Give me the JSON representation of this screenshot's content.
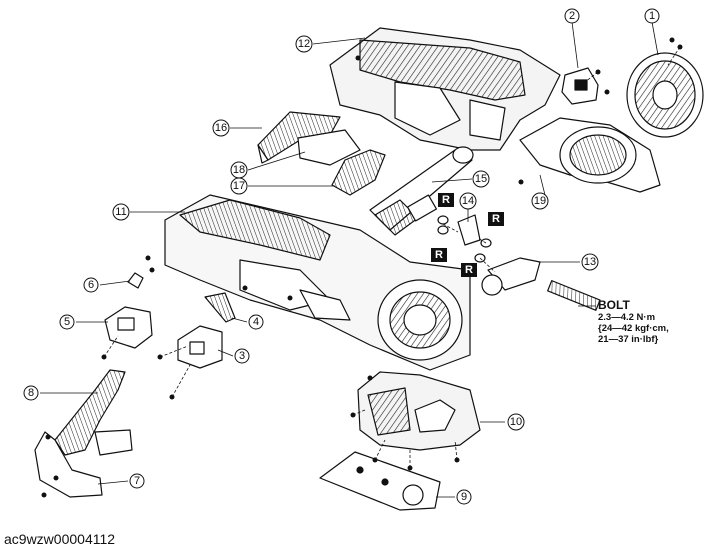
{
  "figure": {
    "callouts": [
      "1",
      "2",
      "3",
      "4",
      "5",
      "6",
      "7",
      "8",
      "9",
      "10",
      "11",
      "12",
      "13",
      "14",
      "15",
      "16",
      "17",
      "18",
      "19"
    ],
    "replace_badge": "R",
    "torque_spec": {
      "label": "BOLT",
      "line1": "2.3—4.2 N·m",
      "line2": "{24—42 kgf·cm,",
      "line3": "21—37 in·lbf}"
    },
    "image_code": "ac9wzw00004112"
  }
}
